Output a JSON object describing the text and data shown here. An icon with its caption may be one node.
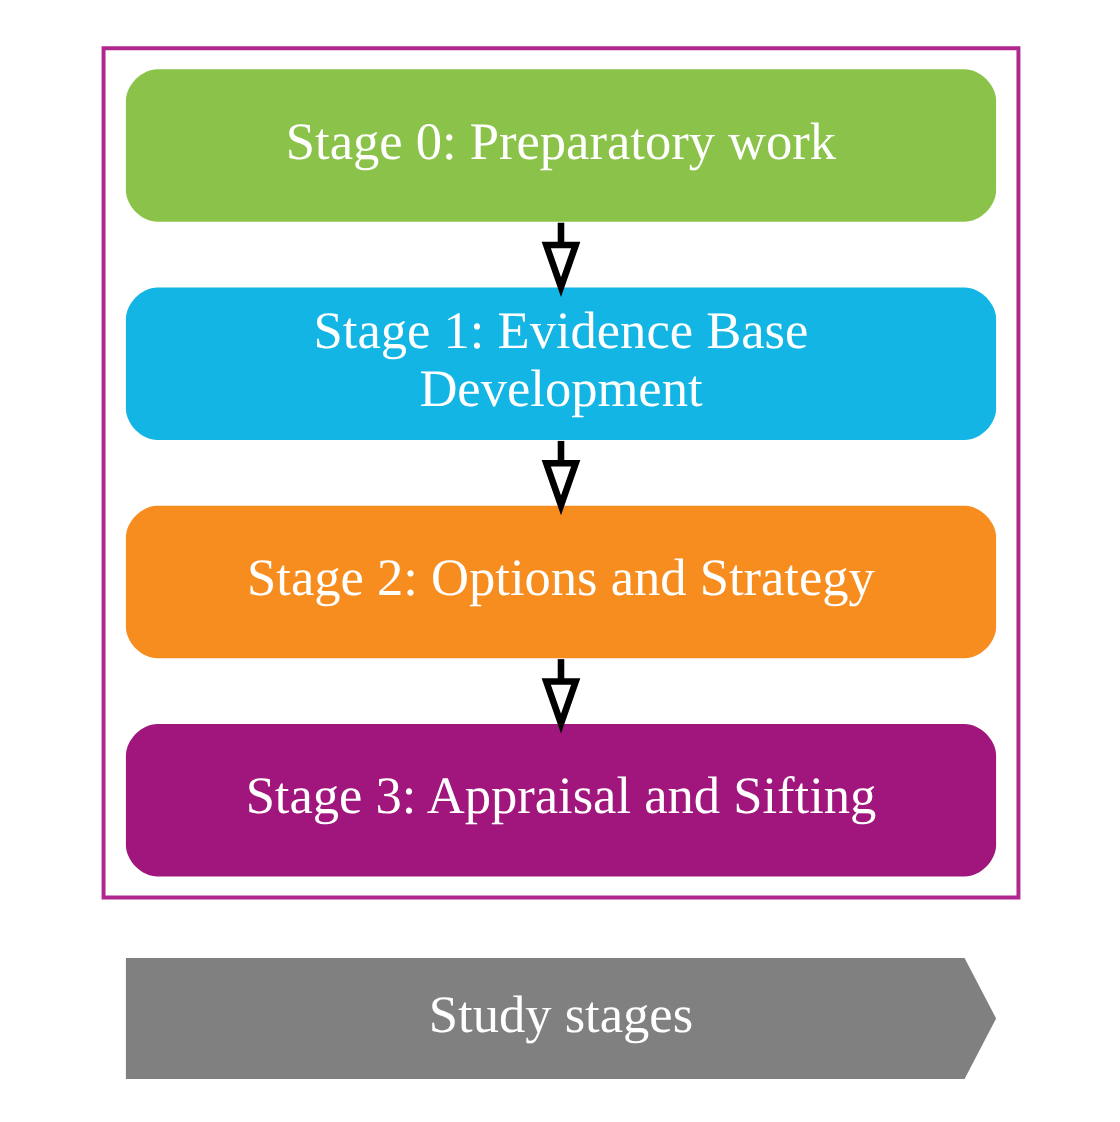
{
  "diagram": {
    "nodes": [
      {
        "text": [],
        "shape": "box"
      },
      {
        "text": [
          "Stage 0: Preparatory work"
        ],
        "in": 0
      },
      {
        "text": [
          "Stage 1: Evidence Base Development"
        ],
        "in": 0
      },
      {
        "text": [
          "Stage 2: Options and Strategy"
        ],
        "in": 0
      },
      {
        "text": [
          "Stage 3: Appraisal and Sifting"
        ],
        "in": 0
      },
      {
        "text": [
          "Study stages"
        ]
      }
    ],
    "edges": [
      {
        "from": 1,
        "to": 2,
        "arrow": "to"
      },
      {
        "from": 2,
        "to": 3,
        "arrow": "to"
      },
      {
        "from": 3,
        "to": 4,
        "arrow": "to"
      }
    ]
  }
}
